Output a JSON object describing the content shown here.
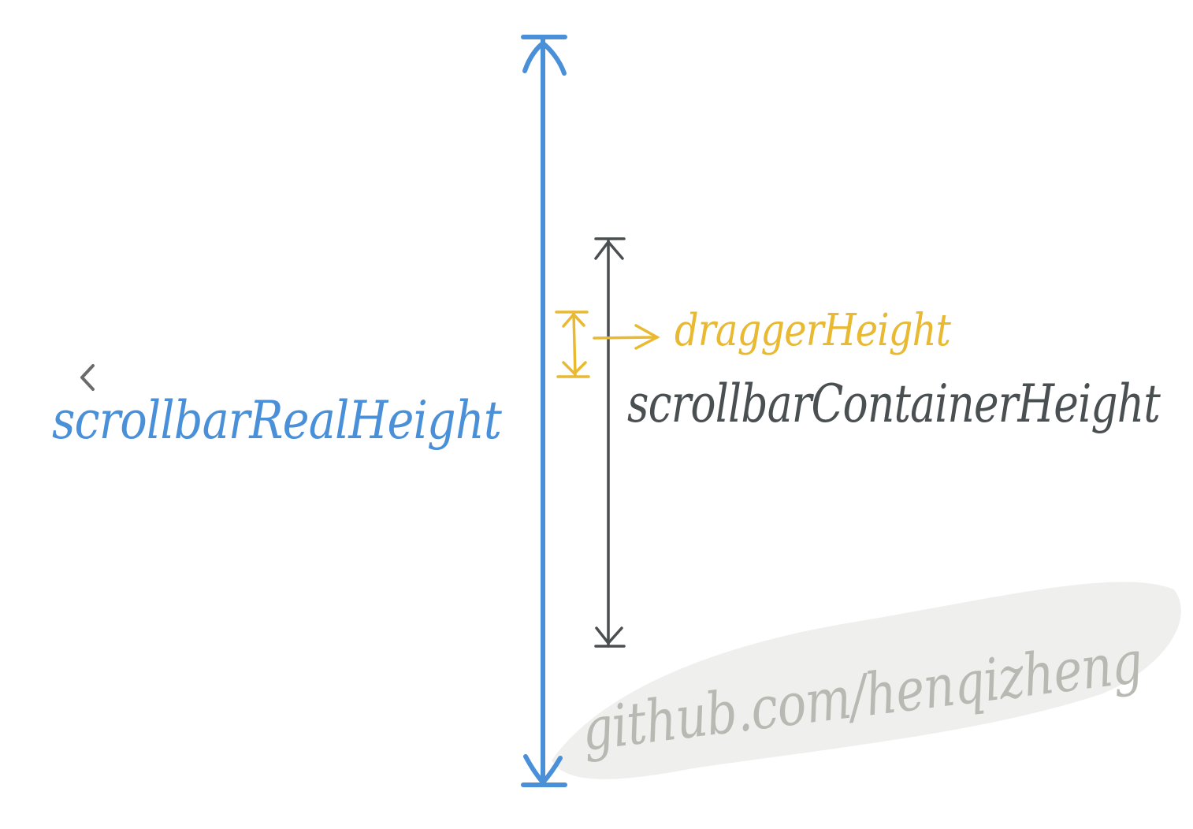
{
  "labels": {
    "real_height": "scrollbarRealHeight",
    "dragger_height": "draggerHeight",
    "container_height": "scrollbarContainerHeight",
    "watermark": "github.com/henqizheng"
  },
  "colors": {
    "real_height": "#4a90d9",
    "dragger_height": "#e8b931",
    "container_height": "#4a4f52",
    "watermark_text": "#b9b9b4",
    "watermark_brush": "#ececea",
    "chevron": "#6b6b6b"
  },
  "icons": {
    "nav": "chevron-left-icon"
  }
}
